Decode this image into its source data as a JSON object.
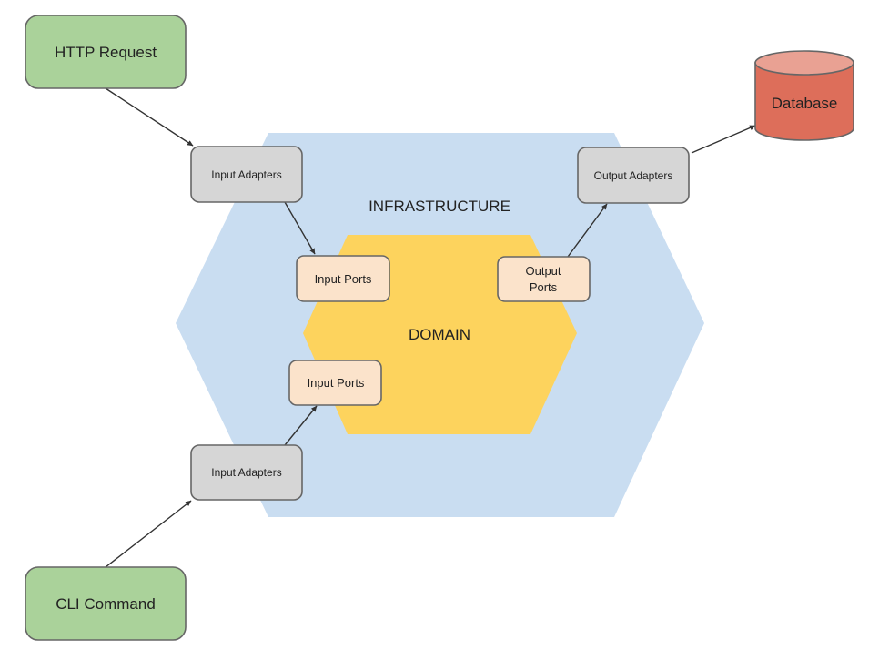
{
  "title": "Hexagonal Architecture (Ports and Adapters)",
  "layers": {
    "infrastructure": {
      "label": "INFRASTRUCTURE",
      "color": "#c9ddf1"
    },
    "domain": {
      "label": "DOMAIN",
      "color": "#fdd35d"
    }
  },
  "nodes": {
    "http_request": {
      "label": "HTTP Request",
      "kind": "client",
      "color": "#aad29a"
    },
    "cli_command": {
      "label": "CLI Command",
      "kind": "client",
      "color": "#aad29a"
    },
    "input_adapters_top": {
      "label": "Input Adapters",
      "kind": "adapter",
      "color": "#d6d6d6"
    },
    "input_adapters_bottom": {
      "label": "Input Adapters",
      "kind": "adapter",
      "color": "#d6d6d6"
    },
    "output_adapters": {
      "label": "Output Adapters",
      "kind": "adapter",
      "color": "#d6d6d6"
    },
    "input_ports_top": {
      "label": "Input Ports",
      "kind": "port",
      "color": "#fbe3cb"
    },
    "input_ports_bottom": {
      "label": "Input Ports",
      "kind": "port",
      "color": "#fbe3cb"
    },
    "output_ports": {
      "label_line1": "Output",
      "label_line2": "Ports",
      "kind": "port",
      "color": "#fbe3cb"
    },
    "database": {
      "label": "Database",
      "kind": "datastore",
      "color": "#dd6e5a",
      "top_color": "#e9a193"
    }
  },
  "edges": [
    {
      "from": "HTTP Request",
      "to": "Input Adapters"
    },
    {
      "from": "Input Adapters",
      "to": "Input Ports"
    },
    {
      "from": "CLI Command",
      "to": "Input Adapters"
    },
    {
      "from": "Input Adapters",
      "to": "Input Ports"
    },
    {
      "from": "Output Ports",
      "to": "Output Adapters"
    },
    {
      "from": "Output Adapters",
      "to": "Database"
    }
  ]
}
